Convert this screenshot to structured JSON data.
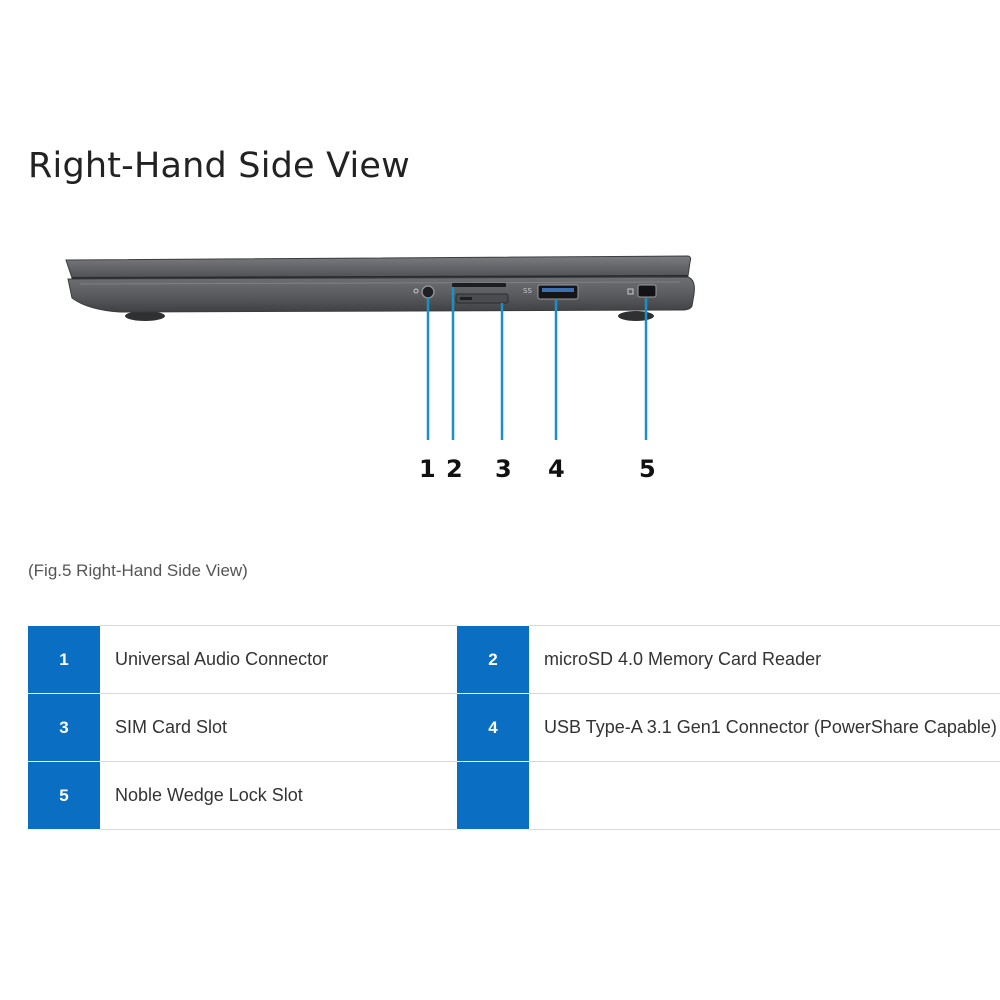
{
  "page": {
    "title": "Right-Hand Side View",
    "caption": "(Fig.5 Right-Hand Side View)"
  },
  "figure": {
    "callouts": [
      "1",
      "2",
      "3",
      "4",
      "5"
    ],
    "colors": {
      "callout_line": "#1a8fc9",
      "chassis": "#5b5d60",
      "chassis_dark": "#3a3b3d"
    }
  },
  "table": {
    "rows": [
      {
        "left": {
          "number": "1",
          "label": "Universal Audio Connector"
        },
        "right": {
          "number": "2",
          "label": "microSD 4.0 Memory Card Reader"
        }
      },
      {
        "left": {
          "number": "3",
          "label": "SIM Card Slot"
        },
        "right": {
          "number": "4",
          "label": "USB Type-A 3.1 Gen1 Connector (PowerShare Capable)"
        }
      },
      {
        "left": {
          "number": "5",
          "label": "Noble Wedge Lock Slot"
        },
        "right": {
          "number": "",
          "label": ""
        }
      }
    ],
    "colors": {
      "number_cell": "#0a6fc2",
      "border": "#d9d9d9"
    }
  }
}
